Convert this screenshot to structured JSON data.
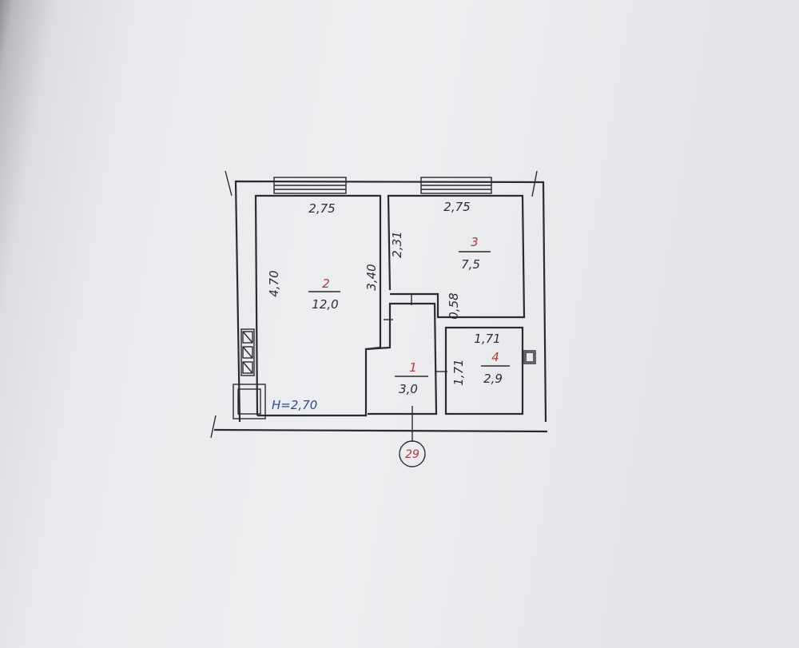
{
  "plan": {
    "building_number": "29",
    "ceiling_height": "H=2,70",
    "rooms": [
      {
        "number": "1",
        "area": "3,0"
      },
      {
        "number": "2",
        "area": "12,0"
      },
      {
        "number": "3",
        "area": "7,5"
      },
      {
        "number": "4",
        "area": "2,9"
      }
    ],
    "dimensions": {
      "room2_width": "2,75",
      "room2_length": "4,70",
      "room2_inner": "3,40",
      "room3_width": "2,75",
      "room3_length": "2,31",
      "passage_width": "0,58",
      "room4_width": "1,71",
      "room4_length": "1,71"
    }
  },
  "colors": {
    "room_numbers": "#b8343b",
    "height_note": "#2b49a8",
    "lines": "#2a2a30"
  }
}
